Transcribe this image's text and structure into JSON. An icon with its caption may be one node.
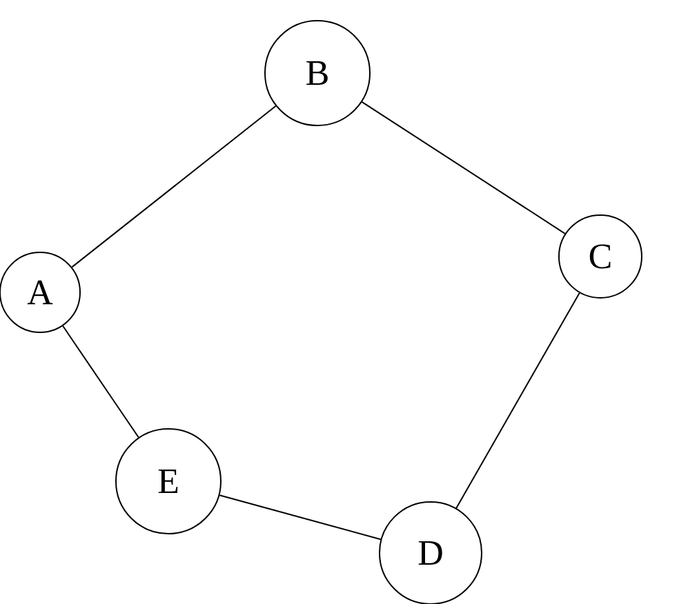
{
  "diagram": {
    "nodes": [
      {
        "text": [
          "B"
        ]
      },
      {
        "text": [
          "A"
        ]
      },
      {
        "text": [
          "C"
        ]
      },
      {
        "text": [
          "E"
        ]
      },
      {
        "text": [
          "D"
        ]
      }
    ],
    "edges": [
      {
        "from": 1,
        "to": 0,
        "arrow": "none"
      },
      {
        "from": 0,
        "to": 2,
        "arrow": "none"
      },
      {
        "from": 2,
        "to": 4,
        "arrow": "none"
      },
      {
        "from": 4,
        "to": 3,
        "arrow": "none"
      },
      {
        "from": 3,
        "to": 1,
        "arrow": "none"
      }
    ]
  }
}
